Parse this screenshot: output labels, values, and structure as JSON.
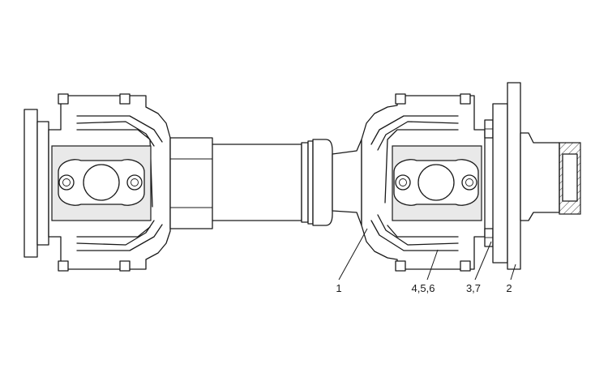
{
  "callouts": {
    "c1": "1",
    "c2": "2",
    "c37": "3,7",
    "c456": "4,5,6"
  },
  "colors": {
    "line": "#1a1a1a",
    "background": "#ffffff",
    "shade": "#e9e9e9"
  }
}
